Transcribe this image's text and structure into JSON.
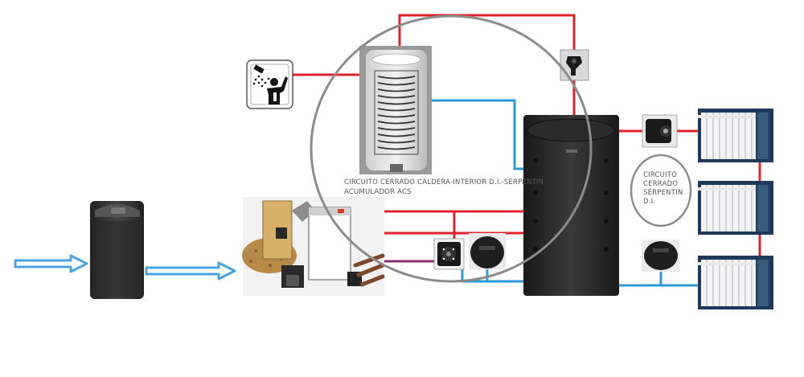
{
  "labels": {
    "closed_circuit_boiler": "CIRCUITO CERRADO CALDERA-INTERIOR D.I.-SERPENTIN",
    "dhw_accumulator": "ACUMULADOR ACS",
    "closed_circuit_coil_lines": [
      "CIRCUITO",
      "CERRADO",
      "SERPENTIN",
      "D.I."
    ]
  },
  "colors": {
    "hot_pipe": "#e0232b",
    "cold_pipe": "#2a9ad6",
    "purple_pipe": "#8a2b6e",
    "arrow": "#4aa3e0",
    "circle": "#8c8c8c",
    "tank": "#2b2b2b",
    "radiator_edge": "#1e3a5a"
  },
  "icons": [
    "shower-icon",
    "water-softener-icon",
    "pellet-boiler-icon",
    "dhw-tank-icon",
    "inertia-tank-icon",
    "pump-icon",
    "expansion-vessel-icon",
    "air-vent-icon",
    "radiator-icon"
  ]
}
